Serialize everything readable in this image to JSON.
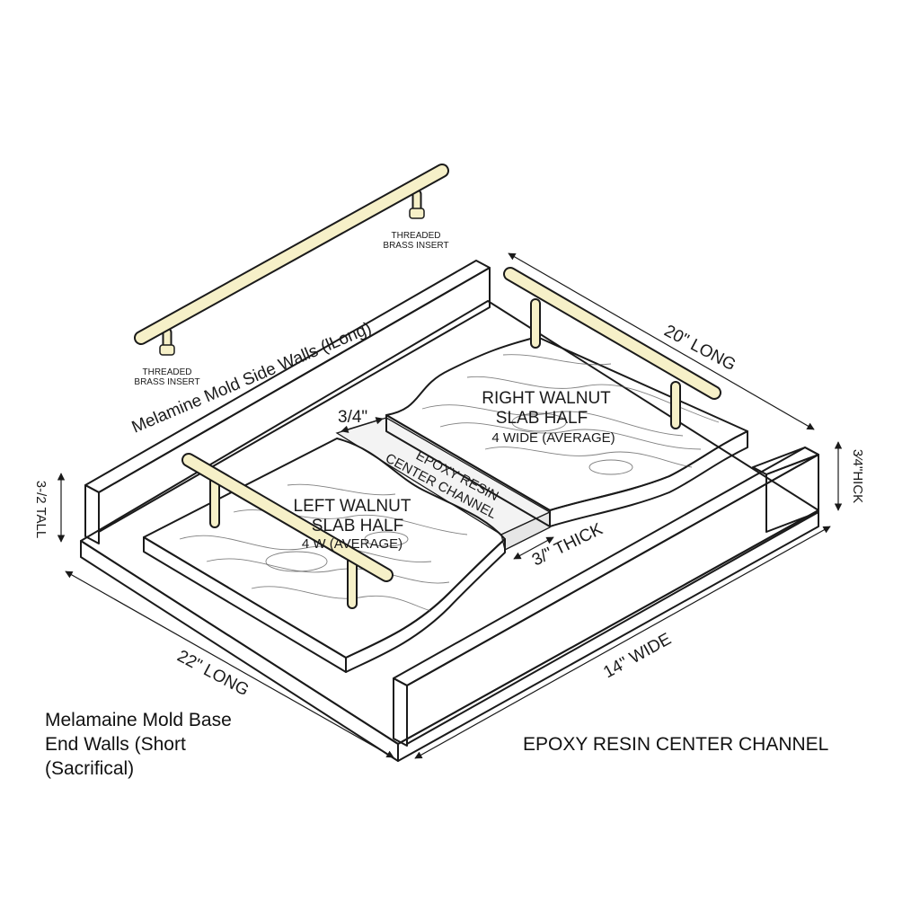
{
  "labels": {
    "top_insert": [
      "THREADED",
      "BRASS INSERT"
    ],
    "left_insert": [
      "THREADED",
      "BRASS INSERT"
    ],
    "side_walls": "Melamine Mold Side Walls (lLong)",
    "right_length": "20\" LONG",
    "right_thick": "3⁄4\"HICK",
    "channel_width": "3/4\"",
    "right_slab": [
      "RIGHT WALNUT",
      "SLAB HALF",
      "4 WIDE (AVERAGE)"
    ],
    "channel_name": [
      "EPOXY RESIN",
      "CENTER CHANNEL"
    ],
    "left_slab": [
      "LEFT WALNUT",
      "SLAB HALF",
      "4 W  (AVERAGE)"
    ],
    "left_tall": "3-/2 TALL",
    "slab_thick": "3/\" THICK",
    "front_length": "22\" LONG",
    "front_width": "14\" WIDE",
    "bottom_left": [
      "Melamaine Mold Base",
      "End Walls (Short",
      "(Sacrifical)"
    ],
    "bottom_right": "EPOXY RESIN CENTER CHANNEL"
  },
  "colors": {
    "ink": "#1a1a1a",
    "brass": "#f6f0c8",
    "wood": "#c9c9c9",
    "melamine": "#ffffff",
    "resin": "#f2f2f2"
  }
}
